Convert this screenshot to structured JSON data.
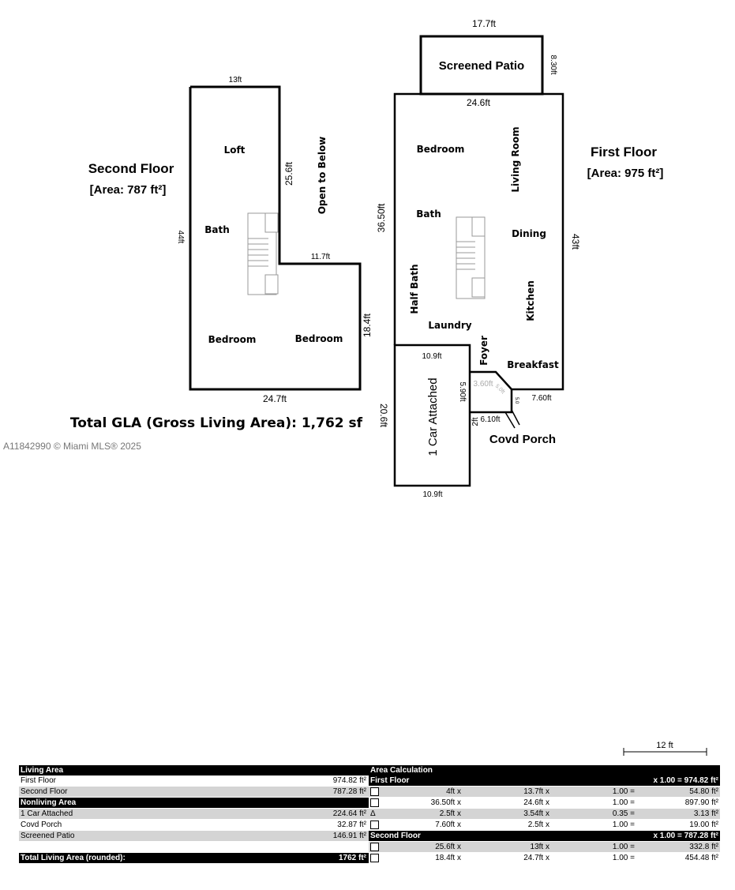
{
  "watermark": "A11842990 © Miami MLS® 2025",
  "gla": "Total GLA (Gross Living Area): 1,762 sf",
  "second_floor": {
    "title": "Second Floor",
    "area": "[Area: 787 ft²]",
    "rooms": [
      "Loft",
      "Bath",
      "Bedroom",
      "Bedroom",
      "Open to Below"
    ],
    "dims": [
      "13ft",
      "44ft",
      "25.6ft",
      "11.7ft",
      "18.4ft",
      "24.7ft"
    ]
  },
  "first_floor": {
    "title": "First Floor",
    "area": "[Area: 975 ft²]",
    "rooms": [
      "Screened Patio",
      "Bedroom",
      "Living Room",
      "Bath",
      "Dining",
      "Half Bath",
      "Kitchen",
      "Laundry",
      "Foyer",
      "Breakfast",
      "1 Car Attached",
      "Covd Porch"
    ],
    "dims": [
      "17.7ft",
      "8.30ft",
      "24.6ft",
      "36.50ft",
      "43ft",
      "10.9ft",
      "5.90ft",
      "3.60ft",
      "7.60ft",
      "20.6ft",
      "6.10ft",
      "10.9ft",
      "2ft",
      "5.0ft",
      "5.0"
    ]
  },
  "scale_label": "12 ft",
  "table": {
    "living_header": "Living Area",
    "living": [
      {
        "name": "First Floor",
        "area": "974.82 ft²"
      },
      {
        "name": "Second Floor",
        "area": "787.28 ft²"
      }
    ],
    "nonliving_header": "Nonliving Area",
    "nonliving": [
      {
        "name": "1 Car Attached",
        "area": "224.64 ft²"
      },
      {
        "name": "Covd Porch",
        "area": "32.87 ft²"
      },
      {
        "name": "Screened Patio",
        "area": "146.91 ft²"
      }
    ],
    "total_label": "Total Living Area (rounded):",
    "total_value": "1762 ft²",
    "calc_header": "Area Calculation",
    "first_floor_label": "First Floor",
    "first_floor_total": "x 1.00 = 974.82 ft²",
    "first_rows": [
      {
        "shape": "box",
        "a": "4ft x",
        "b": "13.7ft x",
        "c": "1.00 =",
        "d": "54.80 ft²"
      },
      {
        "shape": "box",
        "a": "36.50ft x",
        "b": "24.6ft x",
        "c": "1.00 =",
        "d": "897.90 ft²"
      },
      {
        "shape": "Δ",
        "a": "2.5ft x",
        "b": "3.54ft x",
        "c": "0.35 =",
        "d": "3.13 ft²"
      },
      {
        "shape": "box",
        "a": "7.60ft x",
        "b": "2.5ft x",
        "c": "1.00 =",
        "d": "19.00 ft²"
      }
    ],
    "second_floor_label": "Second Floor",
    "second_floor_total": "x 1.00 = 787.28 ft²",
    "second_rows": [
      {
        "shape": "box",
        "a": "25.6ft x",
        "b": "13ft x",
        "c": "1.00 =",
        "d": "332.8 ft²"
      },
      {
        "shape": "box",
        "a": "18.4ft x",
        "b": "24.7ft x",
        "c": "1.00 =",
        "d": "454.48 ft²"
      }
    ]
  }
}
